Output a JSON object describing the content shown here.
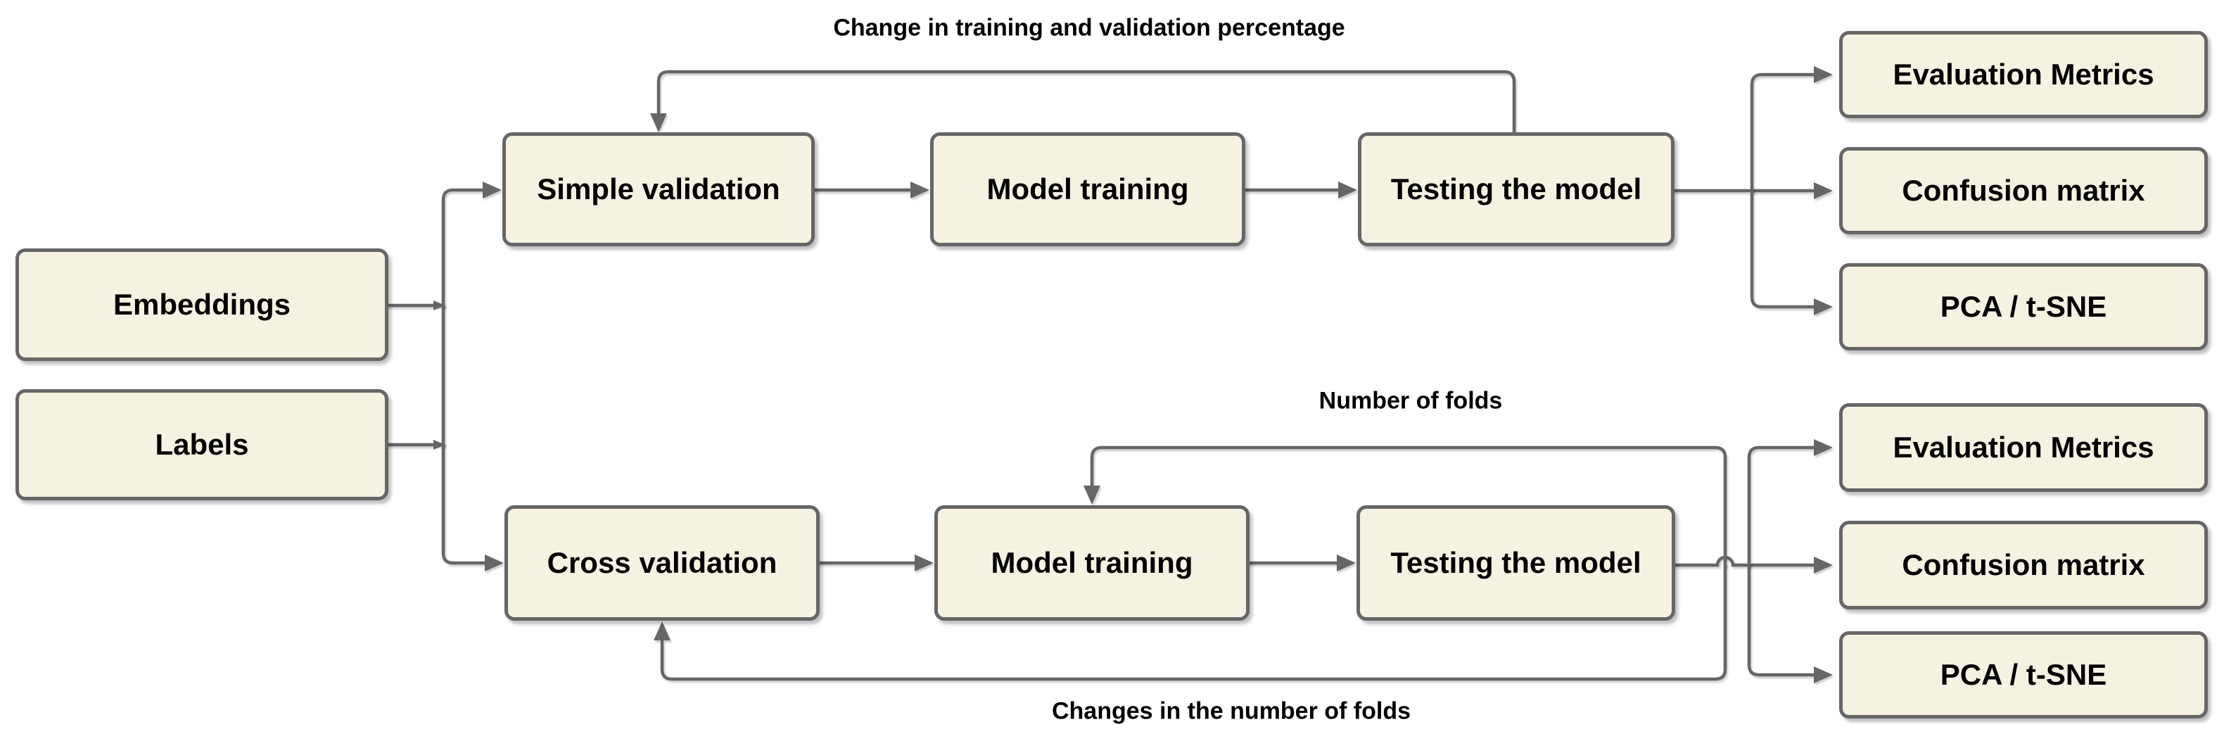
{
  "diagram": {
    "nodes": {
      "embeddings": {
        "label": "Embeddings"
      },
      "labels": {
        "label": "Labels"
      },
      "simple_validation": {
        "label": "Simple validation"
      },
      "model_training_top": {
        "label": "Model training"
      },
      "testing_model_top": {
        "label": "Testing the model"
      },
      "eval_metrics_top": {
        "label": "Evaluation Metrics"
      },
      "confusion_matrix_top": {
        "label": "Confusion matrix"
      },
      "pca_tsne_top": {
        "label": "PCA / t-SNE"
      },
      "cross_validation": {
        "label": "Cross validation"
      },
      "model_training_bottom": {
        "label": "Model training"
      },
      "testing_model_bottom": {
        "label": "Testing the model"
      },
      "eval_metrics_bottom": {
        "label": "Evaluation Metrics"
      },
      "confusion_matrix_bottom": {
        "label": "Confusion matrix"
      },
      "pca_tsne_bottom": {
        "label": "PCA / t-SNE"
      }
    },
    "edge_labels": {
      "top_feedback": "Change in training and validation percentage",
      "number_of_folds": "Number of folds",
      "changes_number_of_folds": "Changes in the number of folds"
    },
    "colors": {
      "canvas": "#ffffff",
      "node_fill": "#f5f2e2",
      "node_border": "#666666",
      "edge": "#666666",
      "label_text": "#000000"
    }
  }
}
